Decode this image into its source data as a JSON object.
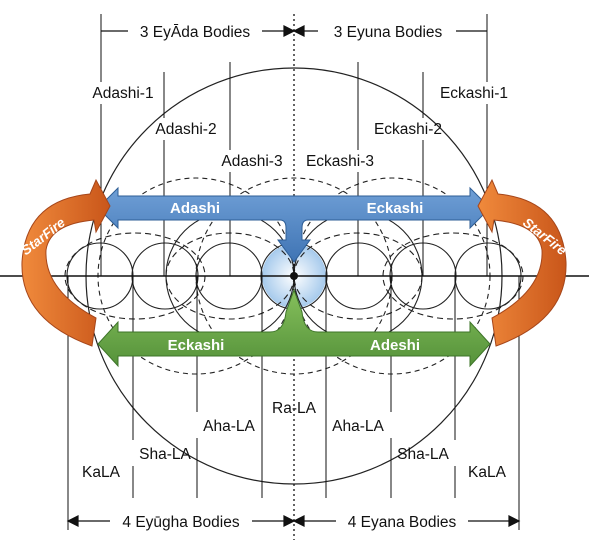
{
  "top_brackets": {
    "left": "3 EyĀda Bodies",
    "right": "3 Eyuna Bodies"
  },
  "bottom_brackets": {
    "left": "4 Eyūgha Bodies",
    "right": "4 Eyana Bodies"
  },
  "upper_labels": {
    "adashi_1": "Adashi-1",
    "adashi_2": "Adashi-2",
    "adashi_3": "Adashi-3",
    "eckashi_3": "Eckashi-3",
    "eckashi_2": "Eckashi-2",
    "eckashi_1": "Eckashi-1"
  },
  "lower_labels": {
    "kala_left": "KaLA",
    "sha_la_left": "Sha-LA",
    "aha_la_left": "Aha-LA",
    "ra_la": "Ra-LA",
    "aha_la_right": "Aha-LA",
    "sha_la_right": "Sha-LA",
    "kala_right": "KaLA"
  },
  "arrows": {
    "blue_left": "Adashi",
    "blue_right": "Eckashi",
    "green_left": "Eckashi",
    "green_right": "Adeshi",
    "starfire_left": "StarFire",
    "starfire_right": "StarFire"
  },
  "colors": {
    "blue": "#4f86c4",
    "green": "#6da945",
    "orange": "#e06b24",
    "center_glow": "#bcd8f2"
  }
}
